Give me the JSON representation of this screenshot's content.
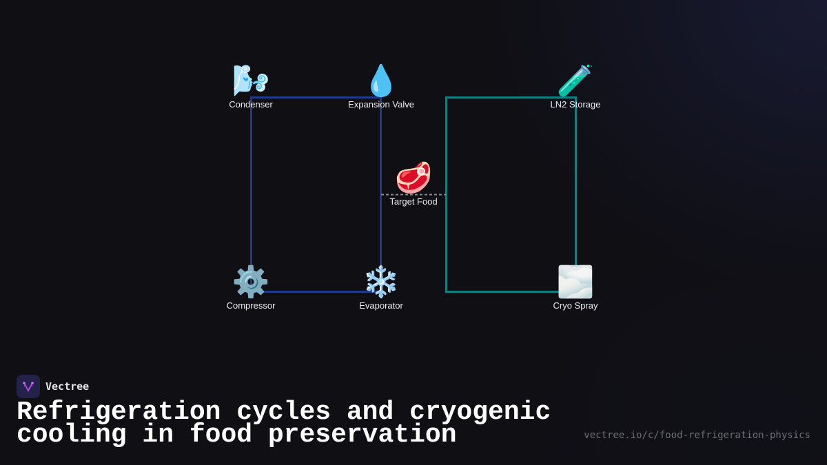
{
  "colors": {
    "background": "#0f0f14",
    "refrigeration_loop": "#1f3a8a",
    "cryo_loop": "#0f7f80",
    "food_link": "#8a8a95",
    "label_text": "#ececf0"
  },
  "diagram": {
    "nodes": [
      {
        "id": "condenser",
        "label": "Condenser",
        "icon": "🌬️",
        "icon_name": "wind-face-icon"
      },
      {
        "id": "expansion_valve",
        "label": "Expansion Valve",
        "icon": "💧",
        "icon_name": "droplet-icon"
      },
      {
        "id": "ln2_storage",
        "label": "LN2 Storage",
        "icon": "🧪",
        "icon_name": "test-tube-icon"
      },
      {
        "id": "target_food",
        "label": "Target Food",
        "icon": "🥩",
        "icon_name": "steak-icon"
      },
      {
        "id": "compressor",
        "label": "Compressor",
        "icon": "⚙️",
        "icon_name": "gear-icon"
      },
      {
        "id": "evaporator",
        "label": "Evaporator",
        "icon": "❄️",
        "icon_name": "snowflake-icon"
      },
      {
        "id": "cryo_spray",
        "label": "Cryo Spray",
        "icon": "🌫️",
        "icon_name": "fog-icon"
      }
    ],
    "edges": [
      {
        "from": "condenser",
        "to": "expansion_valve",
        "loop": "refrigeration"
      },
      {
        "from": "expansion_valve",
        "to": "evaporator",
        "loop": "refrigeration"
      },
      {
        "from": "evaporator",
        "to": "compressor",
        "loop": "refrigeration"
      },
      {
        "from": "compressor",
        "to": "condenser",
        "loop": "refrigeration"
      },
      {
        "from": "ln2_storage",
        "to": "cryo_spray",
        "loop": "cryogenic"
      },
      {
        "from": "cryo_spray",
        "to": "target_food",
        "loop": "cryogenic"
      },
      {
        "from": "ln2_storage",
        "to": "target_food",
        "loop": "cryogenic"
      },
      {
        "from": "expansion_valve",
        "to": "target_food",
        "style": "dashed"
      },
      {
        "from": "target_food",
        "to": "ln2_storage",
        "style": "dashed"
      }
    ]
  },
  "footer": {
    "brand": "Vectree",
    "title_line1": "Refrigeration cycles and cryogenic",
    "title_line2": "cooling in food preservation",
    "url": "vectree.io/c/food-refrigeration-physics"
  }
}
